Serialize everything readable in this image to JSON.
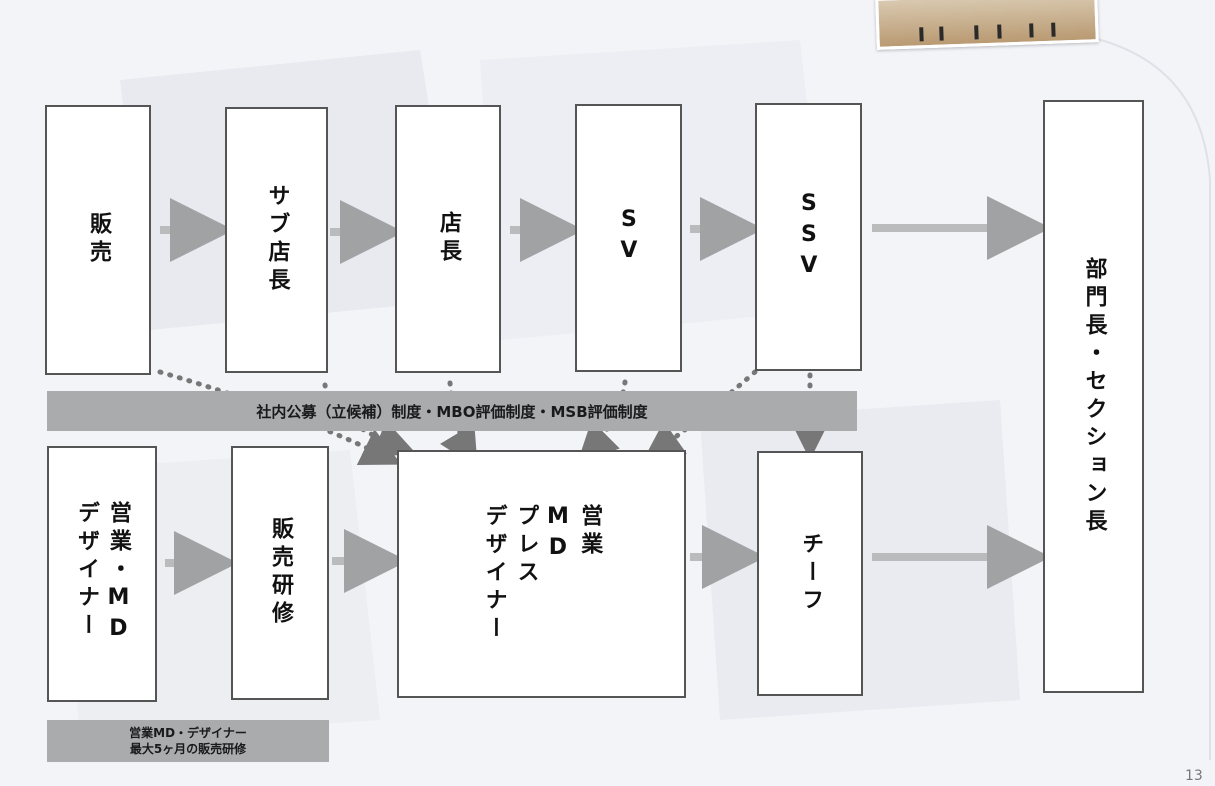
{
  "top_row": [
    {
      "label": "販売"
    },
    {
      "label": "サブ店長"
    },
    {
      "label": "店長"
    },
    {
      "label": "SV"
    },
    {
      "label": "SSV"
    }
  ],
  "bottom_row": [
    {
      "label": "営業・MD\nデザイナー"
    },
    {
      "label": "販売研修"
    },
    {
      "label": "営業\nMD\nプレス\nデザイナー"
    },
    {
      "label": "チーフ"
    }
  ],
  "right_box": {
    "label": "部門長・セクション長"
  },
  "band": {
    "text": "社内公募（立候補）制度・MBO評価制度・MSB評価制度"
  },
  "note": {
    "line1": "営業MD・デザイナー",
    "line2": "最大5ヶ月の販売研修"
  },
  "page_number": "13",
  "colors": {
    "band": "#a9abad",
    "arrow": "#b9bbbd",
    "box_border": "#555555"
  }
}
